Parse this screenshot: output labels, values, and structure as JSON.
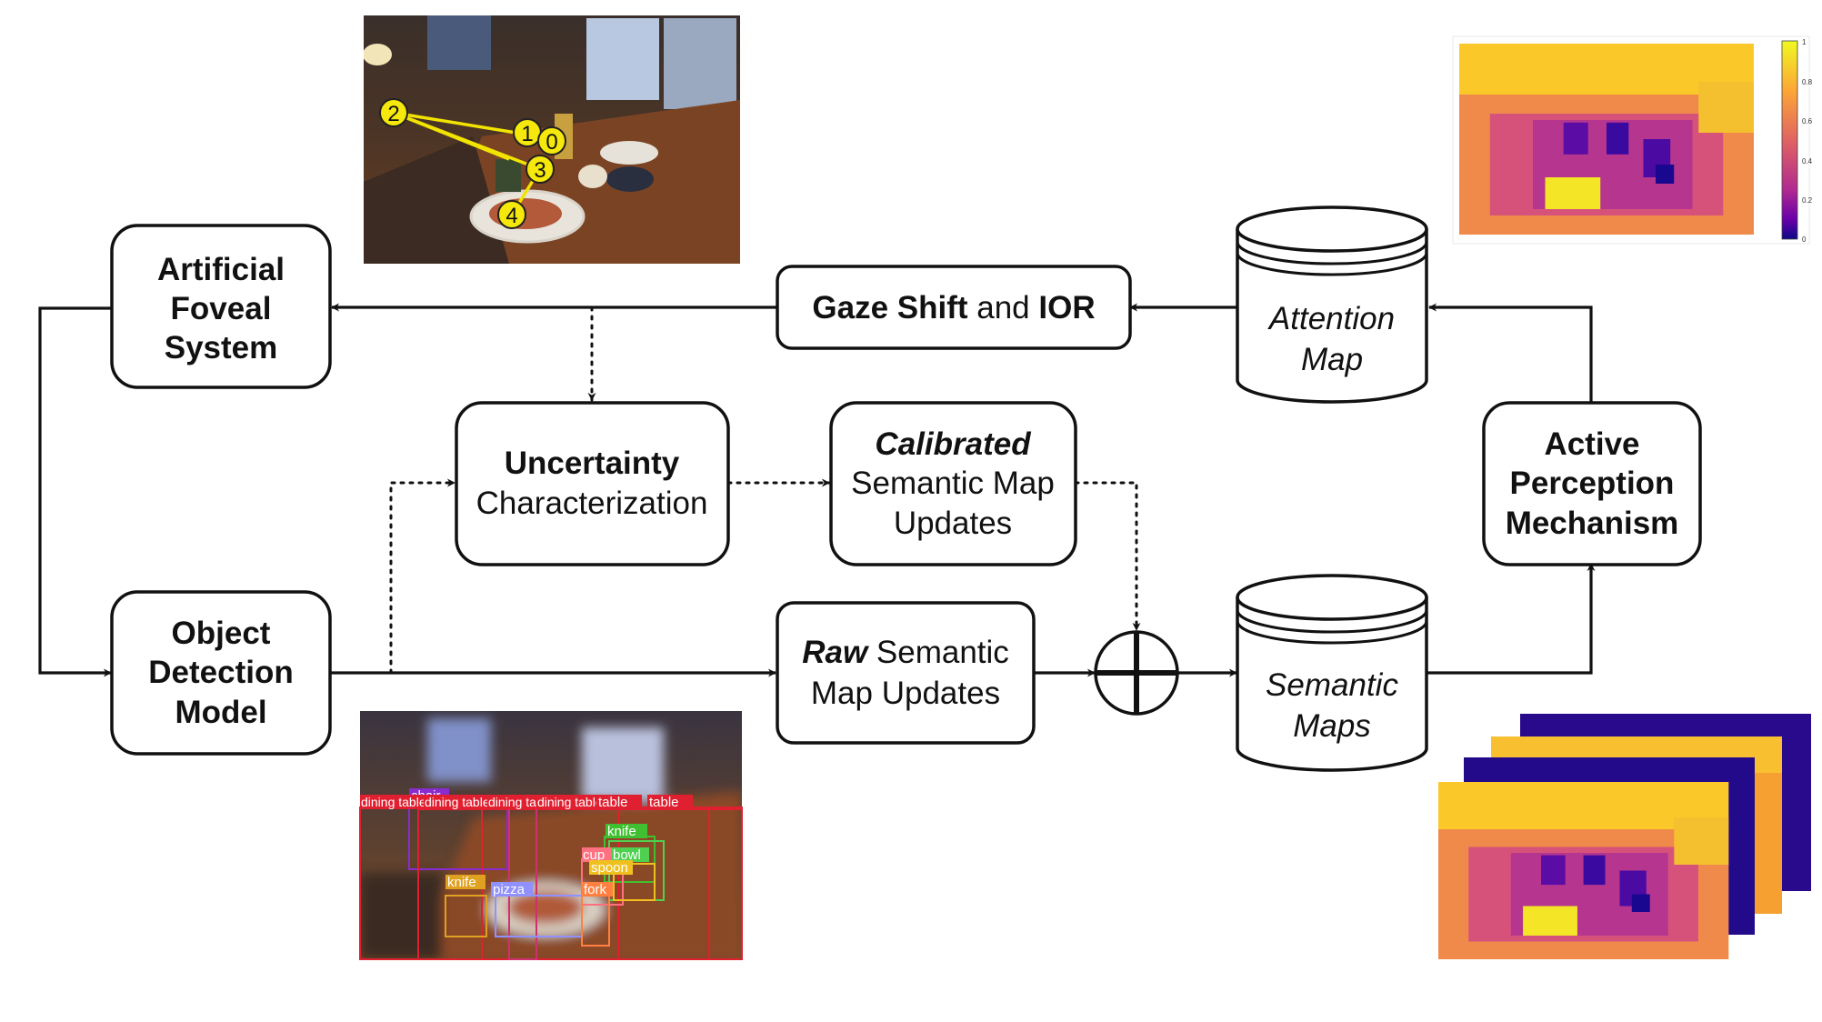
{
  "nodes": {
    "foveal": {
      "lines": [
        "Artificial",
        "Foveal",
        "System"
      ]
    },
    "gaze": {
      "part1": "Gaze Shift",
      "part2": " and ",
      "part3": "IOR"
    },
    "attention_map": {
      "lines": [
        "Attention",
        "Map"
      ]
    },
    "uncertainty": {
      "line1": "Uncertainty",
      "line2": "Characterization"
    },
    "calibrated": {
      "line1": "Calibrated",
      "line2": "Semantic Map",
      "line3": "Updates"
    },
    "active": {
      "lines": [
        "Active",
        "Perception",
        "Mechanism"
      ]
    },
    "object_detection": {
      "lines": [
        "Object",
        "Detection",
        "Model"
      ]
    },
    "raw": {
      "line1a": "Raw",
      "line1b": " Semantic",
      "line2": "Map Updates"
    },
    "semantic_maps": {
      "lines": [
        "Semantic",
        "Maps"
      ]
    }
  },
  "fixation_labels": [
    "2",
    "1",
    "0",
    "3",
    "4"
  ],
  "detection_labels": [
    "chair",
    "dining table",
    "dining table",
    "dining table",
    "dining table",
    "table",
    "table",
    "knife",
    "bowl",
    "cup",
    "spoon",
    "knife",
    "pizza",
    "fork"
  ],
  "colorbar_ticks": [
    "1",
    "0.8",
    "0.6",
    "0.4",
    "0.2",
    "0"
  ],
  "colors": {
    "ink": "#111111",
    "fixation_marker": "#f5e80a",
    "plasma_high": "#f0f921",
    "plasma_mid": "#e16462",
    "plasma_low": "#6a00a8",
    "plasma_min": "#0d0887"
  }
}
